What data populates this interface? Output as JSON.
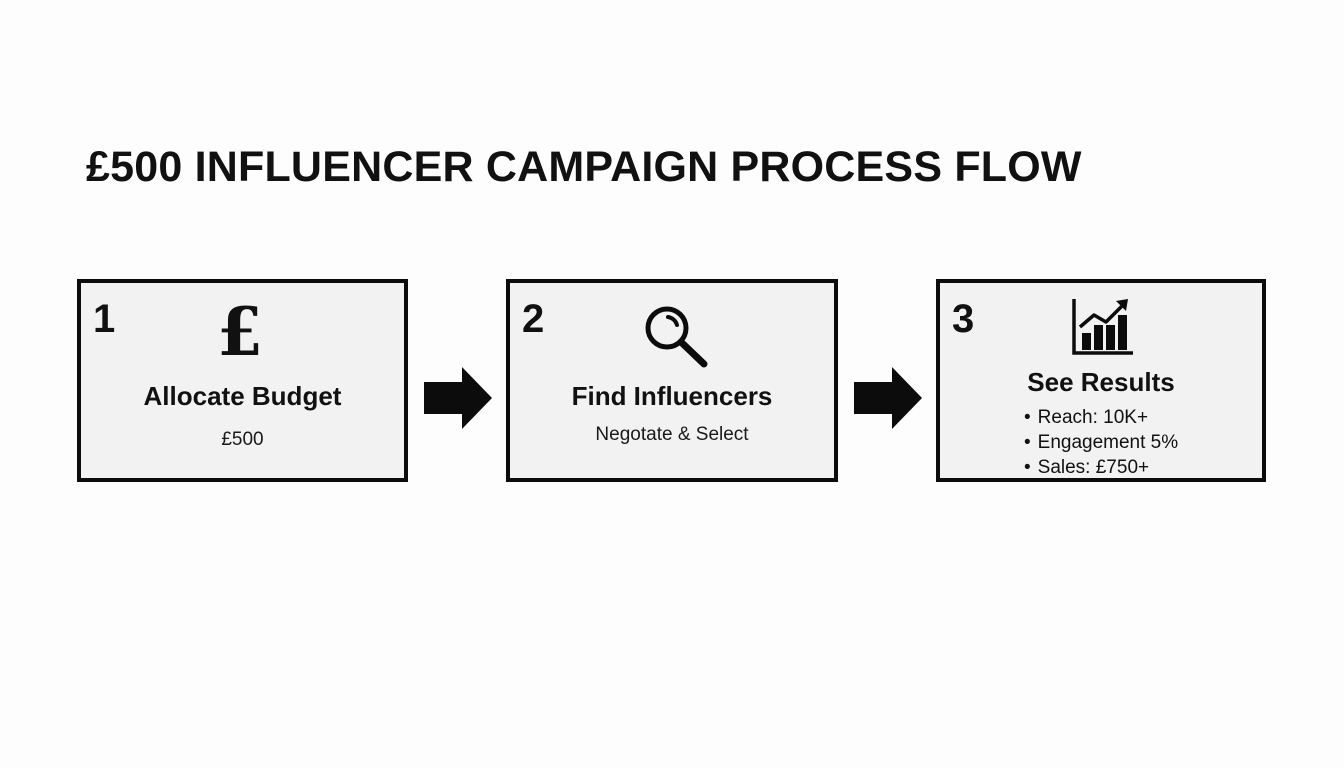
{
  "title": "£500 INFLUENCER CAMPAIGN PROCESS FLOW",
  "steps": [
    {
      "number": "1",
      "icon": "pound-sign-icon",
      "icon_glyph": "£",
      "heading": "Allocate Budget",
      "subtext": "£500"
    },
    {
      "number": "2",
      "icon": "magnifying-glass-icon",
      "heading": "Find Influencers",
      "subtext": "Negotate & Select"
    },
    {
      "number": "3",
      "icon": "bar-chart-growth-icon",
      "heading": "See Results",
      "bullets": [
        "Reach: 10K+",
        "Engagement 5%",
        "Sales: £750+"
      ]
    }
  ],
  "connectors": [
    "arrow-right-icon",
    "arrow-right-icon"
  ],
  "colors": {
    "background": "#fdfdfd",
    "box_fill": "#f2f2f2",
    "stroke": "#0c0c0c",
    "text": "#111111"
  }
}
